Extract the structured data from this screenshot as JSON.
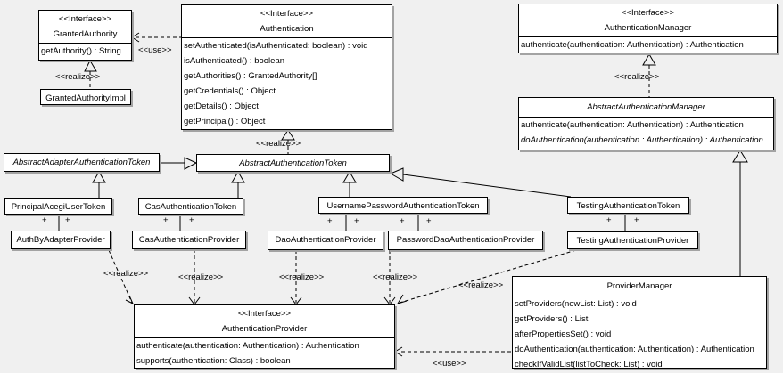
{
  "diagram": {
    "labels": {
      "use": "<<use>>",
      "realize": "<<realize>>",
      "plus": "+"
    },
    "colors": {
      "background": "#f0f0f0",
      "box_fill": "#ffffff",
      "line": "#000000",
      "shadow": "#a3a3a3"
    },
    "classes": {
      "grantedAuthority": {
        "stereotype": "<<Interface>>",
        "name": "GrantedAuthority",
        "methods": [
          "getAuthority() : String"
        ]
      },
      "grantedAuthorityImpl": {
        "name": "GrantedAuthorityImpl"
      },
      "authentication": {
        "stereotype": "<<Interface>>",
        "name": "Authentication",
        "methods": [
          "setAuthenticated(isAuthenticated: boolean) : void",
          "isAuthenticated() : boolean",
          "getAuthorities() : GrantedAuthority[]",
          "getCredentials() : Object",
          "getDetails() : Object",
          "getPrincipal() : Object"
        ]
      },
      "authenticationManager": {
        "stereotype": "<<Interface>>",
        "name": "AuthenticationManager",
        "methods": [
          "authenticate(authentication: Authentication) : Authentication"
        ]
      },
      "abstractAuthenticationManager": {
        "name": "AbstractAuthenticationManager",
        "abstract": true,
        "methods": [
          "authenticate(authentication: Authentication) : Authentication",
          "doAuthentication(authentication : Authentication) : Authentication"
        ]
      },
      "abstractAdapterAuthenticationToken": {
        "name": "AbstractAdapterAuthenticationToken",
        "abstract": true
      },
      "abstractAuthenticationToken": {
        "name": "AbstractAuthenticationToken",
        "abstract": true
      },
      "principalAcegiUserToken": {
        "name": "PrincipalAcegiUserToken"
      },
      "casAuthenticationToken": {
        "name": "CasAuthenticationToken"
      },
      "usernamePasswordAuthenticationToken": {
        "name": "UsernamePasswordAuthenticationToken"
      },
      "testingAuthenticationToken": {
        "name": "TestingAuthenticationToken"
      },
      "authByAdapterProvider": {
        "name": "AuthByAdapterProvider"
      },
      "casAuthenticationProvider": {
        "name": "CasAuthenticationProvider"
      },
      "daoAuthenticationProvider": {
        "name": "DaoAuthenticationProvider"
      },
      "passwordDaoAuthenticationProvider": {
        "name": "PasswordDaoAuthenticationProvider"
      },
      "testingAuthenticationProvider": {
        "name": "TestingAuthenticationProvider"
      },
      "authenticationProvider": {
        "stereotype": "<<Interface>>",
        "name": "AuthenticationProvider",
        "methods": [
          "authenticate(authentication: Authentication) : Authentication",
          "supports(authentication: Class) : boolean"
        ]
      },
      "providerManager": {
        "name": "ProviderManager",
        "methods": [
          "setProviders(newList: List) : void",
          "getProviders() : List",
          "afterPropertiesSet() : void",
          "doAuthentication(authentication: Authentication) : Authentication",
          "checkIfValidList(listToCheck: List) : void"
        ]
      }
    },
    "edges": [
      {
        "type": "use",
        "from": "Authentication",
        "to": "GrantedAuthority"
      },
      {
        "type": "realize",
        "from": "GrantedAuthorityImpl",
        "to": "GrantedAuthority"
      },
      {
        "type": "realize",
        "from": "AbstractAuthenticationToken",
        "to": "Authentication"
      },
      {
        "type": "realize",
        "from": "AbstractAuthenticationManager",
        "to": "AuthenticationManager"
      },
      {
        "type": "generalization",
        "from": "AbstractAdapterAuthenticationToken",
        "to": "AbstractAuthenticationToken"
      },
      {
        "type": "generalization",
        "from": "PrincipalAcegiUserToken",
        "to": "AbstractAdapterAuthenticationToken"
      },
      {
        "type": "generalization",
        "from": "CasAuthenticationToken",
        "to": "AbstractAuthenticationToken"
      },
      {
        "type": "generalization",
        "from": "UsernamePasswordAuthenticationToken",
        "to": "AbstractAuthenticationToken"
      },
      {
        "type": "generalization",
        "from": "TestingAuthenticationToken",
        "to": "AbstractAuthenticationToken"
      },
      {
        "type": "generalization",
        "from": "ProviderManager",
        "to": "AbstractAuthenticationManager"
      },
      {
        "type": "association",
        "from": "PrincipalAcegiUserToken",
        "to": "AuthByAdapterProvider"
      },
      {
        "type": "association",
        "from": "CasAuthenticationToken",
        "to": "CasAuthenticationProvider"
      },
      {
        "type": "association",
        "from": "UsernamePasswordAuthenticationToken",
        "to": "DaoAuthenticationProvider"
      },
      {
        "type": "association",
        "from": "UsernamePasswordAuthenticationToken",
        "to": "PasswordDaoAuthenticationProvider"
      },
      {
        "type": "association",
        "from": "TestingAuthenticationToken",
        "to": "TestingAuthenticationProvider"
      },
      {
        "type": "realize",
        "from": "AuthByAdapterProvider",
        "to": "AuthenticationProvider"
      },
      {
        "type": "realize",
        "from": "CasAuthenticationProvider",
        "to": "AuthenticationProvider"
      },
      {
        "type": "realize",
        "from": "DaoAuthenticationProvider",
        "to": "AuthenticationProvider"
      },
      {
        "type": "realize",
        "from": "PasswordDaoAuthenticationProvider",
        "to": "AuthenticationProvider"
      },
      {
        "type": "realize",
        "from": "TestingAuthenticationProvider",
        "to": "AuthenticationProvider"
      },
      {
        "type": "use",
        "from": "ProviderManager",
        "to": "AuthenticationProvider"
      }
    ]
  }
}
